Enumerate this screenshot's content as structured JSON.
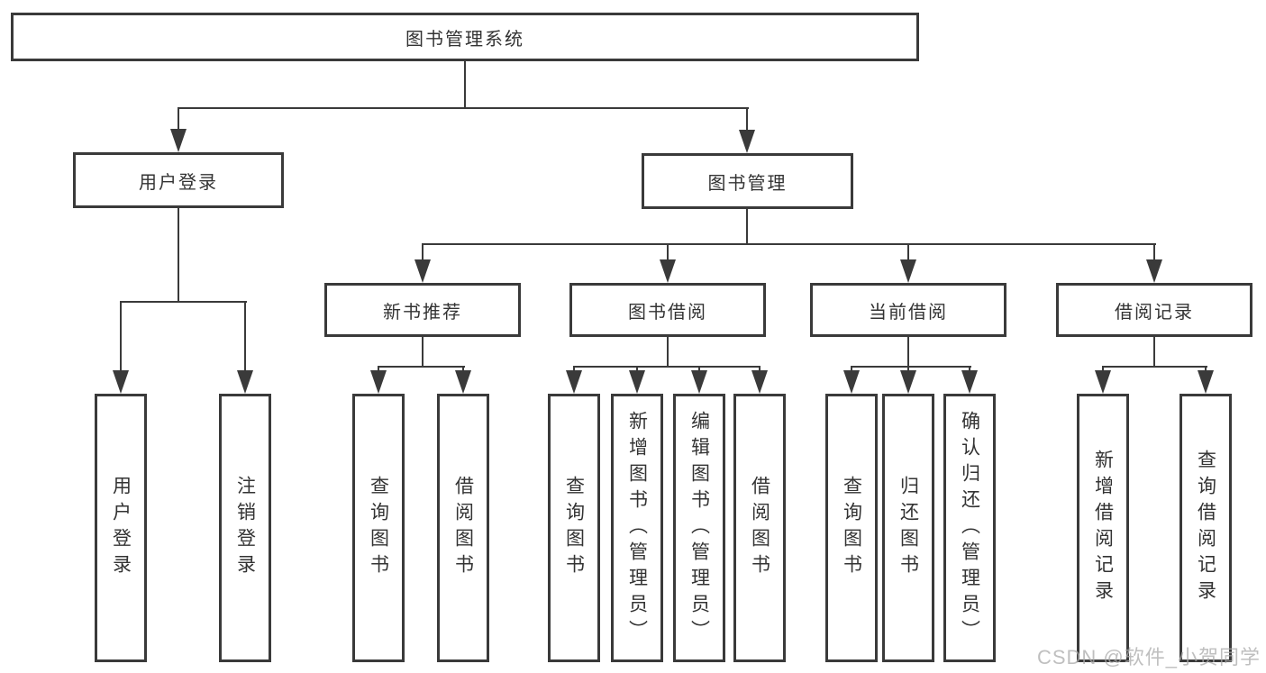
{
  "colors": {
    "line": "#3a3a3a",
    "text": "#333333",
    "watermark": "#aaaaaa"
  },
  "watermark": {
    "text": "CSDN @软件_小贺同学"
  },
  "tree": {
    "root": {
      "label": "图书管理系统"
    },
    "level2": [
      {
        "label": "用户登录"
      },
      {
        "label": "图书管理"
      }
    ],
    "level3": [
      {
        "label": "新书推荐"
      },
      {
        "label": "图书借阅"
      },
      {
        "label": "当前借阅"
      },
      {
        "label": "借阅记录"
      }
    ],
    "leaves": [
      {
        "label": "用户登录"
      },
      {
        "label": "注销登录"
      },
      {
        "label": "查询图书"
      },
      {
        "label": "借阅图书"
      },
      {
        "label": "查询图书"
      },
      {
        "label": "新增图书（管理员）"
      },
      {
        "label": "编辑图书（管理员）"
      },
      {
        "label": "借阅图书"
      },
      {
        "label": "查询图书"
      },
      {
        "label": "归还图书"
      },
      {
        "label": "确认归还（管理员）"
      },
      {
        "label": "新增借阅记录"
      },
      {
        "label": "查询借阅记录"
      }
    ]
  }
}
